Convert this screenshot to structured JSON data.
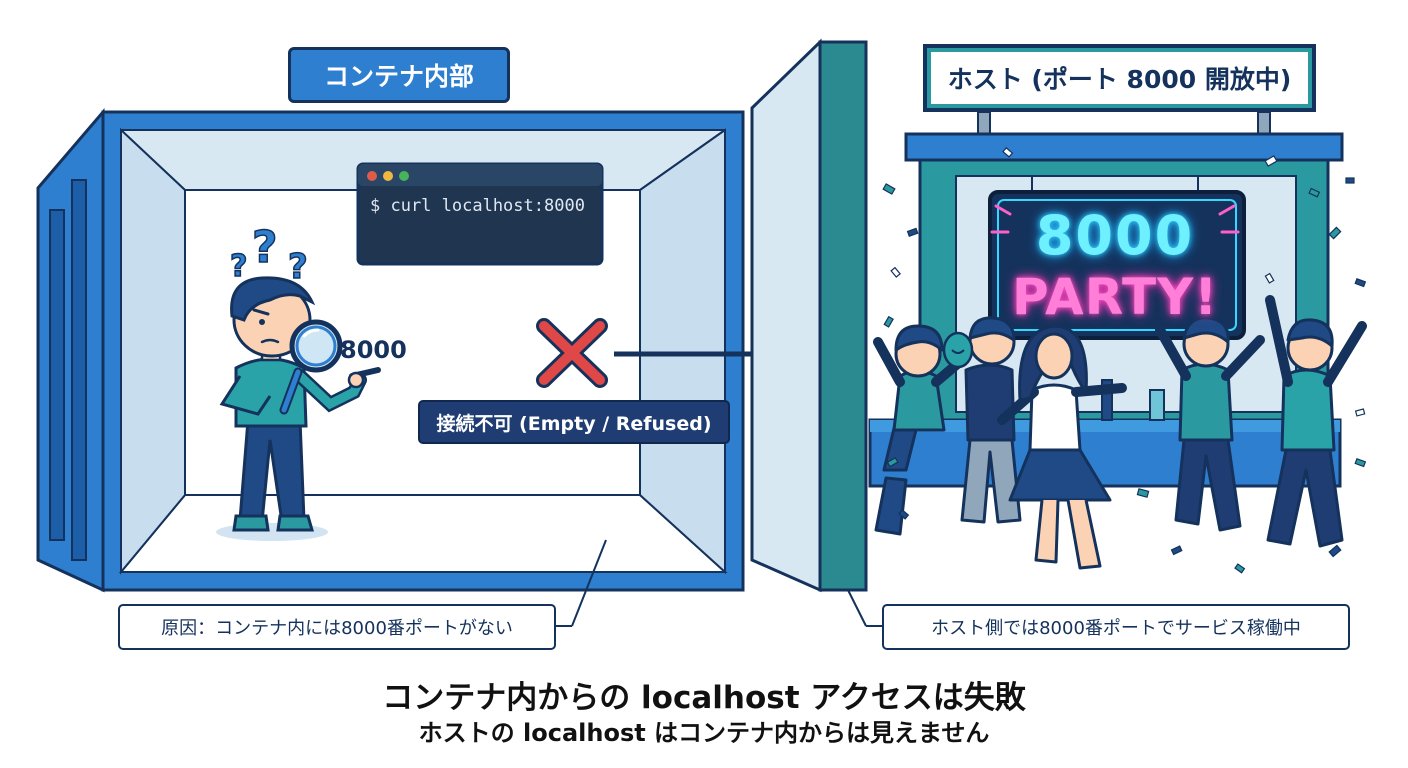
{
  "labels": {
    "container_title": "コンテナ内部",
    "host_title": "ホスト (ポート 8000 開放中)",
    "terminal_command": "$ curl localhost:8000",
    "searched_port": "8000",
    "connection_result": "接続不可 (Empty / Refused)",
    "cause_note": "原因：コンテナ内には8000番ポートがない",
    "host_note": "ホスト側では8000番ポートでサービス稼働中",
    "neon_line1": "8000",
    "neon_line2": "PARTY!",
    "caption": "コンテナ内からの localhost アクセスは失敗",
    "subcaption": "ホストの localhost はコンテナ内からは見えません"
  },
  "icons": [
    "question-marks-icon",
    "magnifier-icon",
    "cross-icon",
    "terminal-dots-icon"
  ],
  "colors": {
    "container_blue": "#2f7fd0",
    "outline_navy": "#14325c",
    "teal": "#2a9aa0",
    "error_red": "#e04848",
    "neon_cyan": "#6ff0ff",
    "neon_pink": "#ff7fd8"
  }
}
